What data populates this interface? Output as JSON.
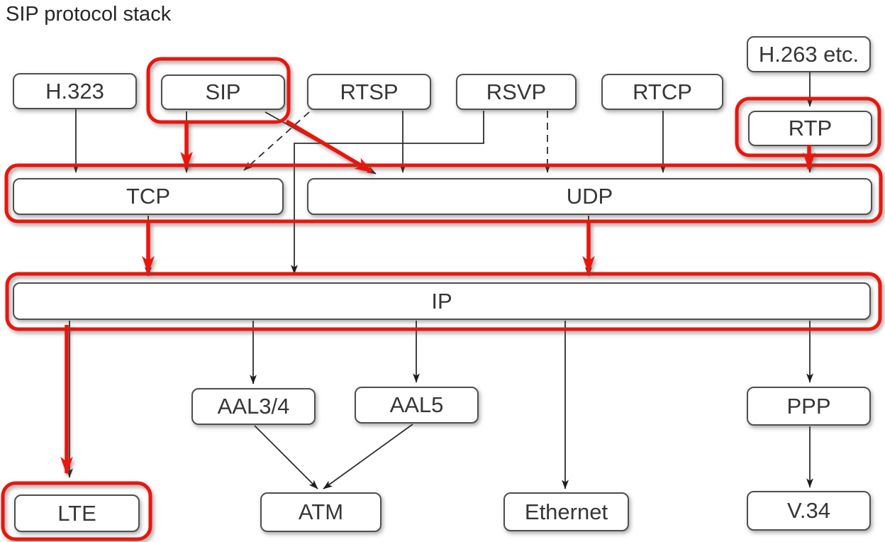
{
  "title": "SIP protocol stack",
  "colors": {
    "highlight_red": "#e91409",
    "box_border": "#4f4f4f",
    "box_text": "#363636",
    "line": "#2e2e2e",
    "background": "#ffffff"
  },
  "nodes": {
    "h323": {
      "label": "H.323"
    },
    "sip": {
      "label": "SIP",
      "highlighted": true
    },
    "rtsp": {
      "label": "RTSP"
    },
    "rsvp": {
      "label": "RSVP"
    },
    "rtcp": {
      "label": "RTCP"
    },
    "h263": {
      "label": "H.263 etc."
    },
    "rtp": {
      "label": "RTP",
      "highlighted": true
    },
    "tcp": {
      "label": "TCP"
    },
    "udp": {
      "label": "UDP"
    },
    "ip": {
      "label": "IP"
    },
    "aal34": {
      "label": "AAL3/4"
    },
    "aal5": {
      "label": "AAL5"
    },
    "ppp": {
      "label": "PPP"
    },
    "lte": {
      "label": "LTE",
      "highlighted": true
    },
    "atm": {
      "label": "ATM"
    },
    "ethernet": {
      "label": "Ethernet"
    },
    "v34": {
      "label": "V.34"
    }
  },
  "highlighted_groups": [
    {
      "members": [
        "SIP"
      ]
    },
    {
      "members": [
        "RTP"
      ]
    },
    {
      "members": [
        "TCP",
        "UDP"
      ]
    },
    {
      "members": [
        "IP"
      ]
    },
    {
      "members": [
        "LTE"
      ]
    }
  ],
  "edges": [
    {
      "from": "H.323",
      "to": "TCP",
      "style": "solid"
    },
    {
      "from": "SIP",
      "to": "TCP",
      "style": "solid",
      "red_highlight": true
    },
    {
      "from": "SIP",
      "to": "UDP",
      "style": "solid",
      "red_highlight": true
    },
    {
      "from": "RTSP",
      "to": "TCP",
      "style": "dashed"
    },
    {
      "from": "RTSP",
      "to": "UDP",
      "style": "solid"
    },
    {
      "from": "RSVP",
      "to": "UDP",
      "style": "dashed"
    },
    {
      "from": "RSVP",
      "to": "IP",
      "style": "solid"
    },
    {
      "from": "RTCP",
      "to": "UDP",
      "style": "solid"
    },
    {
      "from": "H.263 etc.",
      "to": "RTP",
      "style": "solid"
    },
    {
      "from": "RTP",
      "to": "UDP",
      "style": "solid",
      "red_highlight": true
    },
    {
      "from": "TCP",
      "to": "IP",
      "style": "solid",
      "red_highlight": true
    },
    {
      "from": "UDP",
      "to": "IP",
      "style": "solid",
      "red_highlight": true
    },
    {
      "from": "IP",
      "to": "LTE",
      "style": "solid",
      "red_highlight": true
    },
    {
      "from": "IP",
      "to": "AAL3/4",
      "style": "solid"
    },
    {
      "from": "IP",
      "to": "AAL5",
      "style": "solid"
    },
    {
      "from": "IP",
      "to": "Ethernet",
      "style": "solid"
    },
    {
      "from": "IP",
      "to": "PPP",
      "style": "solid"
    },
    {
      "from": "AAL3/4",
      "to": "ATM",
      "style": "solid"
    },
    {
      "from": "AAL5",
      "to": "ATM",
      "style": "solid"
    },
    {
      "from": "PPP",
      "to": "V.34",
      "style": "solid"
    }
  ]
}
